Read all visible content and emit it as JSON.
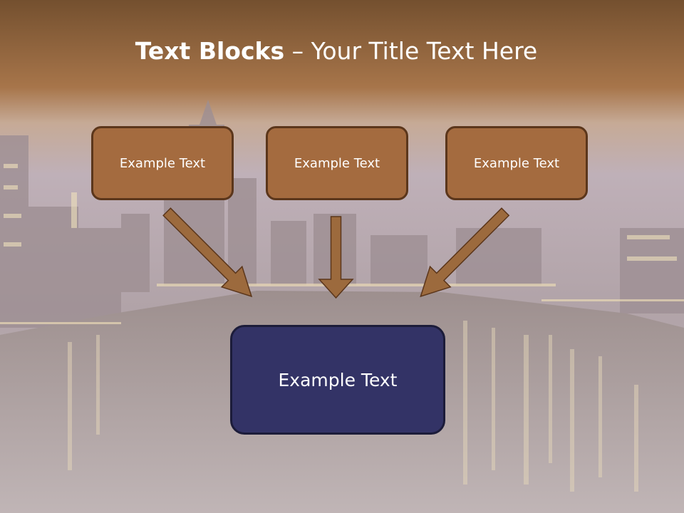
{
  "title": {
    "bold": "Text Blocks",
    "rest": " – Your Title Text Here"
  },
  "boxes": {
    "top": [
      "Example Text",
      "Example Text",
      "Example Text"
    ],
    "bottom": "Example Text"
  },
  "colors": {
    "header_brown": "#7a5230",
    "box_brown": "#a46b3f",
    "box_border": "#5b361b",
    "box_navy": "#333366",
    "arrow": "#9c6a3d"
  }
}
